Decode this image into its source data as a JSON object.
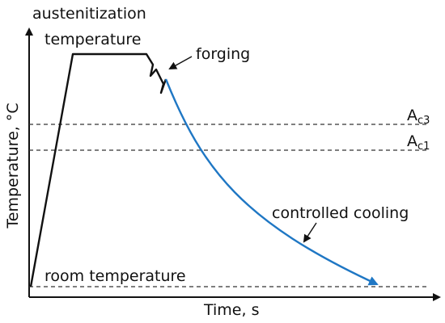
{
  "diagram": {
    "x_axis_label": "Time, s",
    "y_axis_label": "Temperature, °C",
    "labels": {
      "austenitization_line1": "austenitization",
      "austenitization_line2": "temperature",
      "forging": "forging",
      "ac3_main": "A",
      "ac3_sub": "c3",
      "ac1_main": "A",
      "ac1_sub": "c1",
      "controlled_cooling": "controlled cooling",
      "room_temperature": "room temperature"
    },
    "colors": {
      "axis": "#111111",
      "heating_curve": "#111111",
      "cooling_curve": "#1f77c4",
      "reference_lines": "#333333",
      "text": "#111111"
    }
  }
}
